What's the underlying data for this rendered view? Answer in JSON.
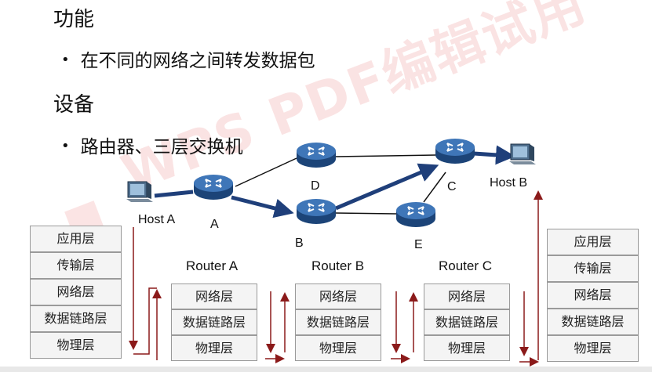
{
  "headings": {
    "function": "功能",
    "device": "设备"
  },
  "bullets": {
    "function": "在不同的网络之间转发数据包",
    "device": "路由器、三层交换机"
  },
  "watermark": "WPS PDF编辑试用",
  "nodes": {
    "host_a": "Host A",
    "host_b": "Host B",
    "a": "A",
    "b": "B",
    "c": "C",
    "d": "D",
    "e": "E"
  },
  "routers": {
    "a": "Router A",
    "b": "Router B",
    "c": "Router C"
  },
  "host_layers": [
    "应用层",
    "传输层",
    "网络层",
    "数据链路层",
    "物理层"
  ],
  "router_layers": [
    "网络层",
    "数据链路层",
    "物理层"
  ],
  "colors": {
    "arrow_thick": "#1f3f7a",
    "line_thin": "#111111",
    "data_flow": "#8b1a1a",
    "router_body": "#2c5d9a"
  }
}
